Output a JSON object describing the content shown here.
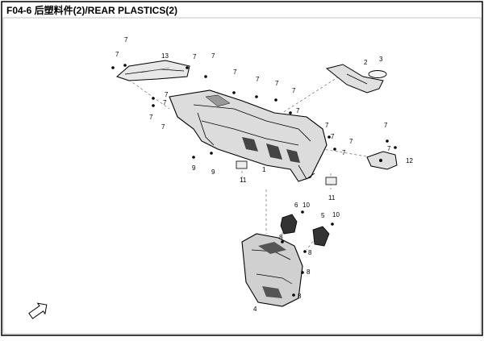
{
  "header": {
    "title": "F04-6 后塑料件(2)/REAR PLASTICS(2)"
  },
  "callouts": {
    "c1": "1",
    "c2": "2",
    "c3": "3",
    "c4": "4",
    "c5": "5",
    "c6": "6",
    "c7": "7",
    "c8": "8",
    "c9": "9",
    "c10": "10",
    "c11": "11",
    "c12": "12",
    "c13": "13"
  },
  "icons": {
    "front_arrow": "front-direction-arrow-icon"
  }
}
